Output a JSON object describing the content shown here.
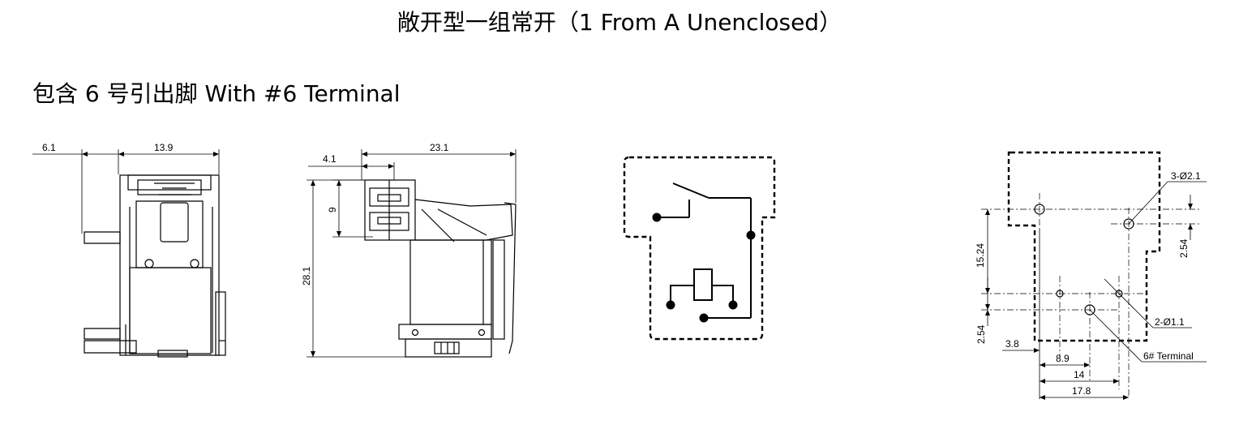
{
  "title": "敞开型一组常开（1 From A Unenclosed）",
  "subtitle": "包含 6 号引出脚  With #6 Terminal",
  "front_view": {
    "dim_left": "6.1",
    "dim_width": "13.9"
  },
  "side_view": {
    "dim_offset": "4.1",
    "dim_length": "23.1",
    "dim_small": "9",
    "dim_height": "28.1"
  },
  "pcb_layout": {
    "hole_large": "3-Ø2.1",
    "hole_small": "2-Ø1.1",
    "terminal6": "6# Terminal",
    "dim_v1": "15.24",
    "dim_v2": "2.54",
    "dim_v3": "2.54",
    "dim_h1": "3.8",
    "dim_h2": "8.9",
    "dim_h3": "14",
    "dim_h4": "17.8"
  }
}
